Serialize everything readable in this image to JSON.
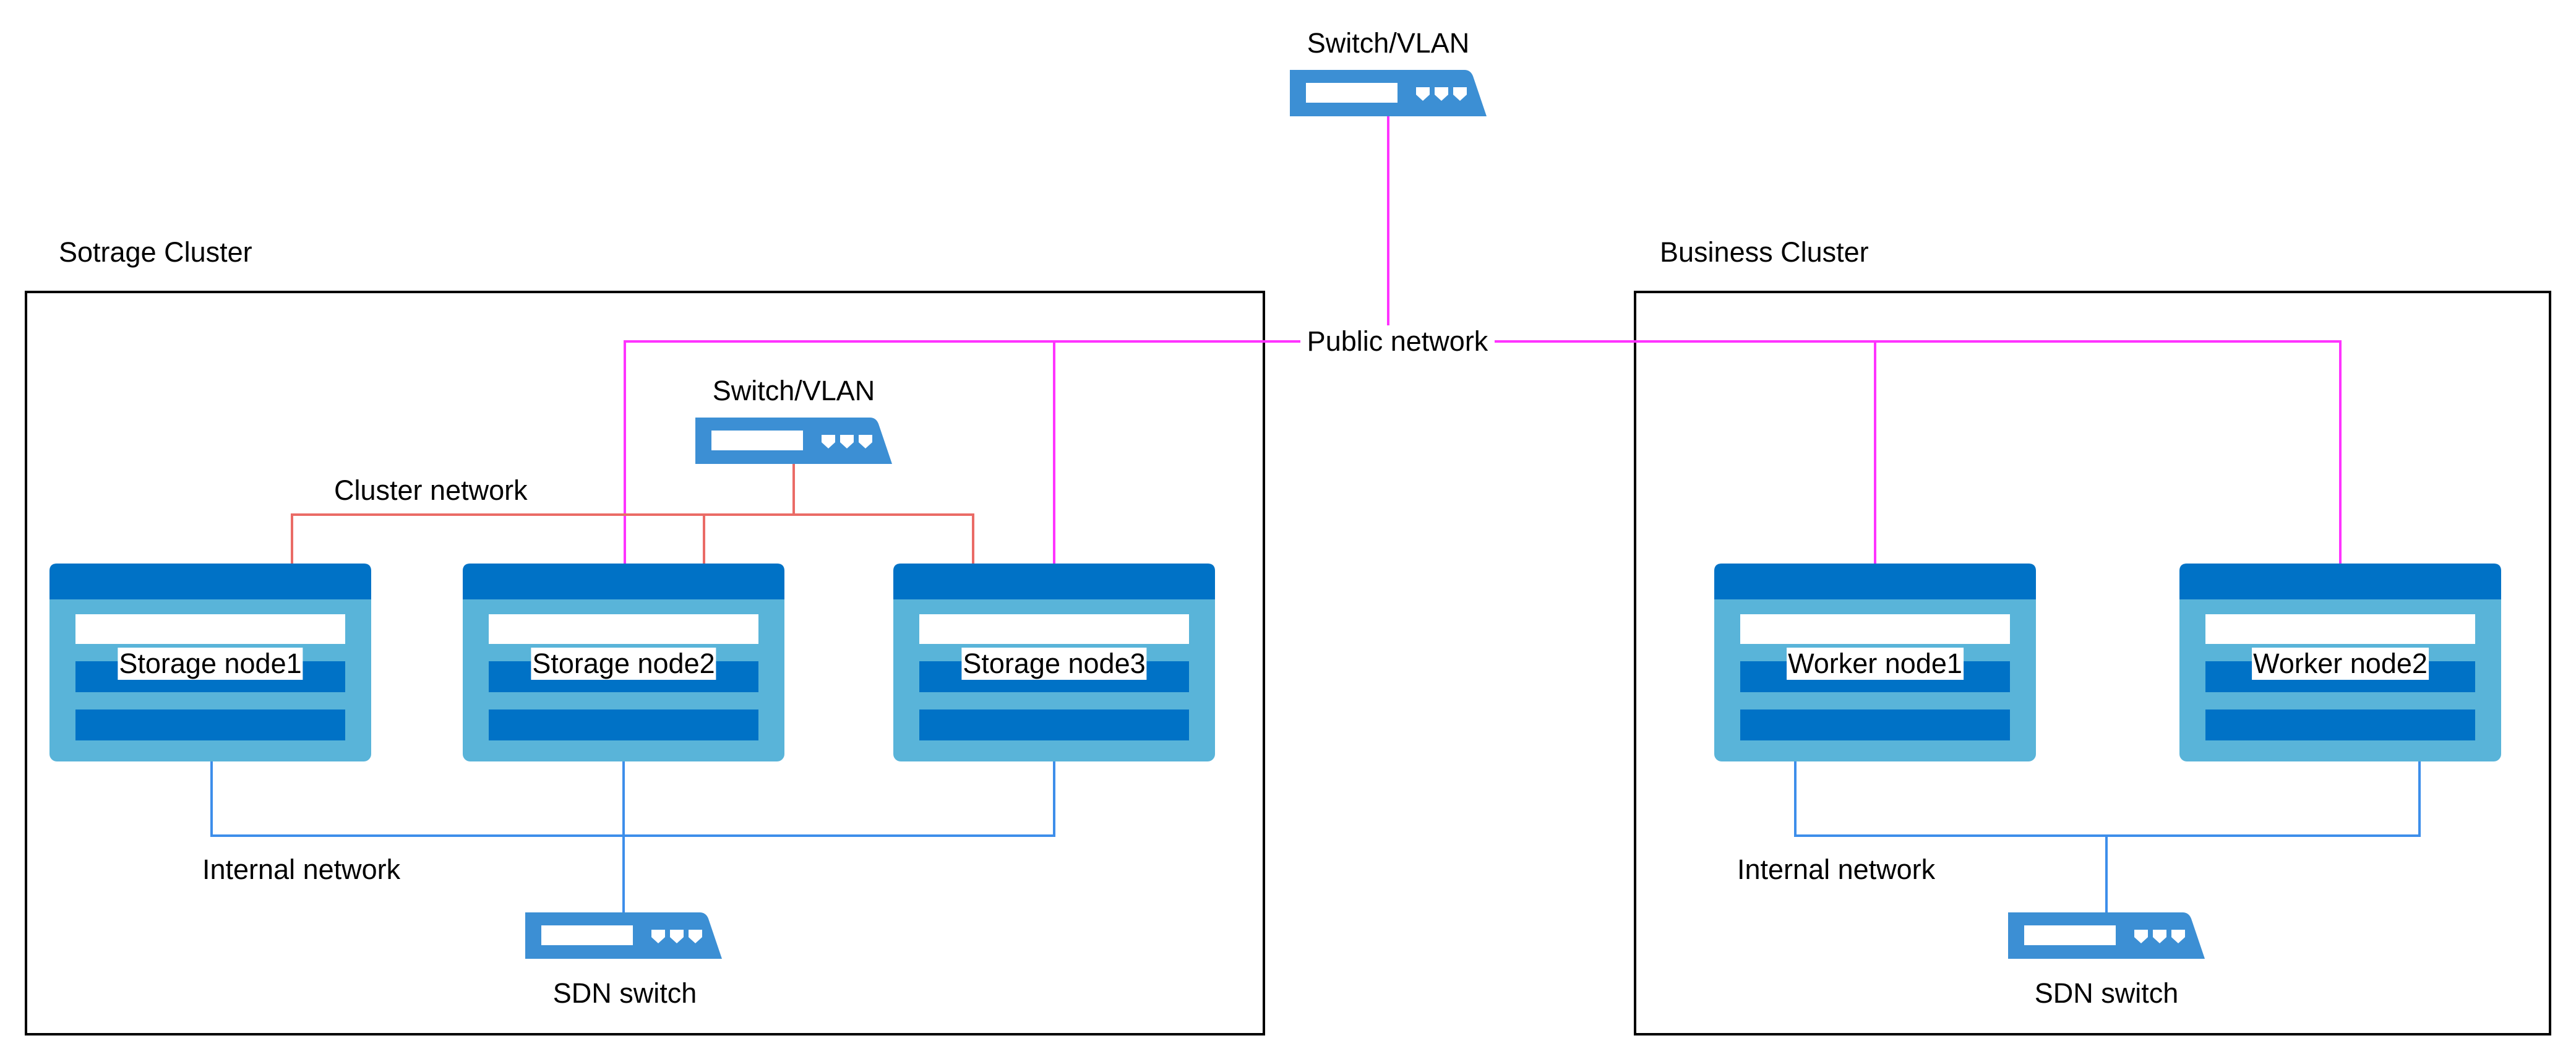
{
  "colors": {
    "public_network": "#FF33FF",
    "cluster_network": "#EA6B66",
    "internal_network": "#3D8EEA",
    "cluster_border": "#000000",
    "device_header": "#0072C6",
    "device_body": "#59B4D9",
    "device_bar": "#0072C6",
    "device_bar_light": "#FFFFFF",
    "switch_body": "#3C8FD4"
  },
  "icons": {
    "switch": "network-switch-icon",
    "server": "server-icon"
  },
  "top_switch": {
    "label": "Switch/VLAN"
  },
  "public_network": {
    "label": "Public network"
  },
  "storage_cluster": {
    "title": "Sotrage Cluster",
    "switch_label": "Switch/VLAN",
    "cluster_network_label": "Cluster network",
    "internal_network_label": "Internal network",
    "sdn_switch_label": "SDN switch",
    "nodes": [
      {
        "label": "Storage node1"
      },
      {
        "label": "Storage node2"
      },
      {
        "label": "Storage node3"
      }
    ]
  },
  "business_cluster": {
    "title": "Business Cluster",
    "internal_network_label": "Internal network",
    "sdn_switch_label": "SDN switch",
    "nodes": [
      {
        "label": "Worker node1"
      },
      {
        "label": "Worker node2"
      }
    ]
  }
}
